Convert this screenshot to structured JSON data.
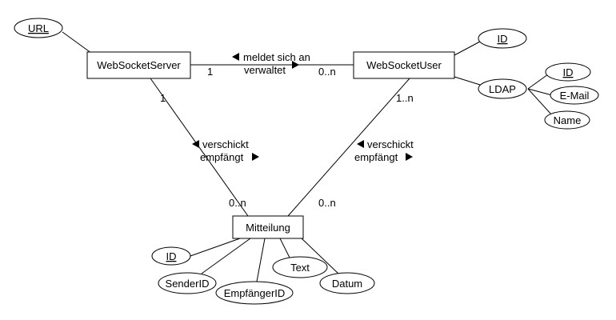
{
  "entities": {
    "server": "WebSocketServer",
    "user": "WebSocketUser",
    "message": "Mitteilung"
  },
  "attributes": {
    "server_url": "URL",
    "user_id": "ID",
    "user_ldap": "LDAP",
    "ldap_id": "ID",
    "ldap_email": "E-Mail",
    "ldap_name": "Name",
    "msg_id": "ID",
    "msg_sender": "SenderID",
    "msg_receiver": "EmpfängerID",
    "msg_text": "Text",
    "msg_date": "Datum"
  },
  "relations": {
    "server_user": {
      "label_top": "meldet sich an",
      "label_bottom": "verwaltet",
      "card_server": "1",
      "card_user": "0..n"
    },
    "server_message": {
      "label_top": "verschickt",
      "label_bottom": "empfängt",
      "card_server": "1",
      "card_message": "0..n"
    },
    "user_message": {
      "label_top": "verschickt",
      "label_bottom": "empfängt",
      "card_user": "1..n",
      "card_message": "0..n"
    }
  }
}
